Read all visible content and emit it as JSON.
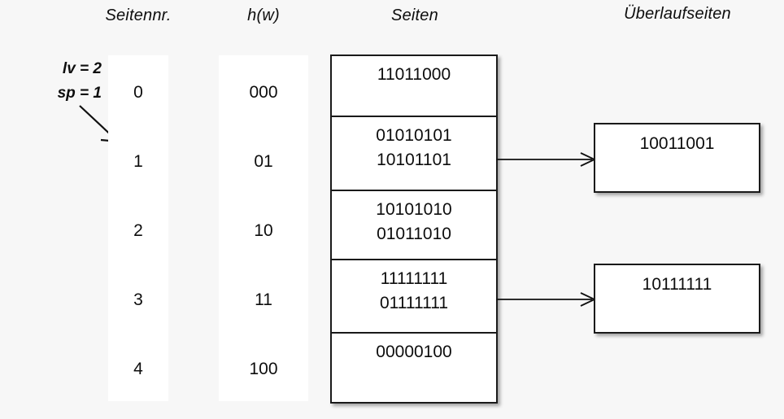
{
  "headers": {
    "seitennr": "Seitennr.",
    "hw": "h(w)",
    "seiten": "Seiten",
    "ueberlaufseiten": "Überlaufseiten"
  },
  "annotation": {
    "lv": "lv = 2",
    "sp": "sp = 1",
    "arrow_icon": "diagonal-arrow-icon",
    "points_to_row": 1
  },
  "index": {
    "seitennr": [
      "0",
      "1",
      "2",
      "3",
      "4"
    ],
    "hw": [
      "000",
      "01",
      "10",
      "11",
      "100"
    ]
  },
  "seiten_rows": [
    {
      "lines": [
        "11011000"
      ]
    },
    {
      "lines": [
        "01010101",
        "10101101"
      ]
    },
    {
      "lines": [
        "10101010",
        "01011010"
      ]
    },
    {
      "lines": [
        "11111111",
        "01111111"
      ]
    },
    {
      "lines": [
        "00000100"
      ]
    }
  ],
  "overflow_pages": [
    {
      "lines": [
        "10011001"
      ],
      "from_row": 1
    },
    {
      "lines": [
        "10111111"
      ],
      "from_row": 3
    }
  ],
  "arrows": [
    {
      "icon": "right-arrow-icon",
      "from_row": 1
    },
    {
      "icon": "right-arrow-icon",
      "from_row": 3
    }
  ],
  "colors": {
    "background": "#f7f7f7",
    "panel": "#ffffff",
    "stroke": "#1a1a1a",
    "text": "#0d0d0d"
  }
}
